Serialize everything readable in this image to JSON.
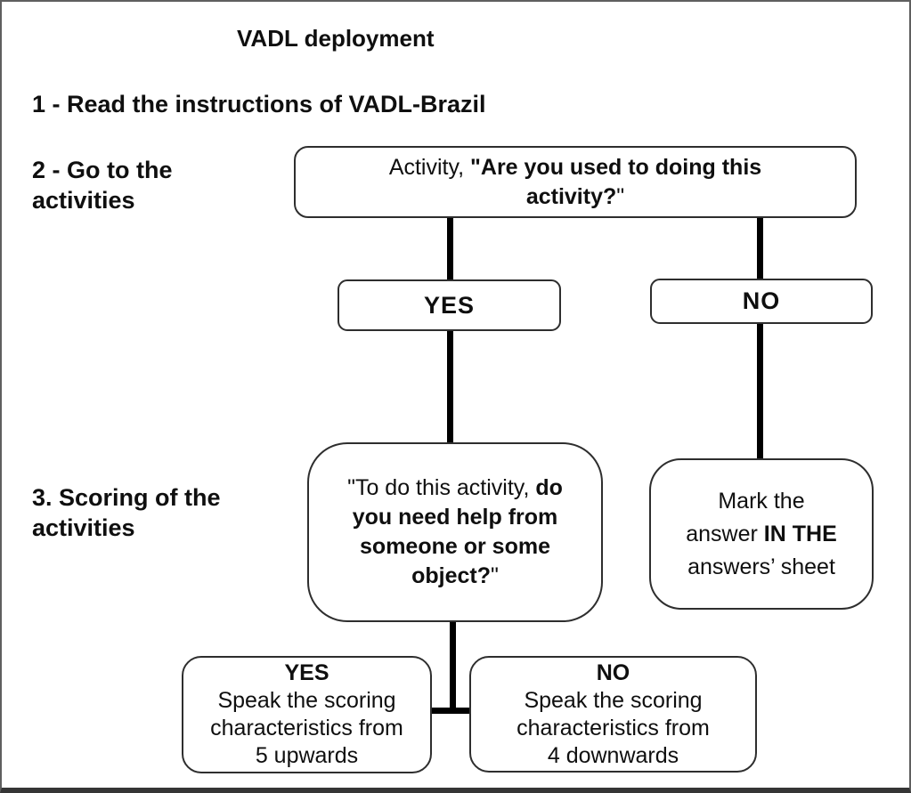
{
  "title": "VADL deployment",
  "steps": [
    "1 - Read the instructions of VADL-Brazil",
    "2 - Go to the activities",
    "3. Scoring of the activities"
  ],
  "nodes": {
    "activity": {
      "line1_prefix": "Activity, ",
      "line1_bold": "\"Are you used to doing this",
      "line2_bold": "activity?",
      "line2_suffix": "\""
    },
    "yes_branch": "YES",
    "no_branch": "NO",
    "help_question": {
      "line1_prefix": "\"To do this activity, ",
      "line1_bold": "do",
      "line2_bold": "you need help from",
      "line3_bold": "someone or some",
      "line4_bold": "object?",
      "line4_suffix": "\""
    },
    "mark_answer": {
      "line1": "Mark the",
      "line2_prefix": "answer ",
      "line2_bold": "IN THE",
      "line3": "answers’ sheet"
    },
    "score_yes": {
      "heading": "YES",
      "line1": "Speak the scoring",
      "line2": "characteristics from",
      "line3": "5 upwards"
    },
    "score_no": {
      "heading": "NO",
      "line1": "Speak the scoring",
      "line2": "characteristics from",
      "line3": "4 downwards"
    }
  },
  "colors": {
    "background": "#ffffff",
    "text": "#0f0f0f",
    "box_border": "#2e2e2e",
    "connector": "#000000",
    "frame_border": "#5f5f5f"
  }
}
